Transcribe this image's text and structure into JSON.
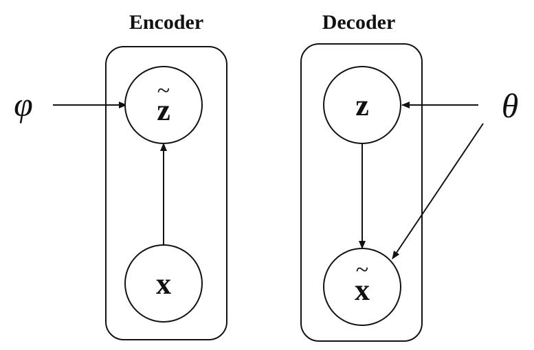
{
  "encoder": {
    "title": "Encoder",
    "param": "φ",
    "top_node": {
      "letter": "z",
      "mark": "~"
    },
    "bottom_node": {
      "letter": "x"
    }
  },
  "decoder": {
    "title": "Decoder",
    "param": "θ",
    "top_node": {
      "letter": "z"
    },
    "bottom_node": {
      "letter": "x",
      "mark": "~"
    }
  },
  "colors": {
    "stroke": "#111111",
    "background": "#ffffff"
  }
}
